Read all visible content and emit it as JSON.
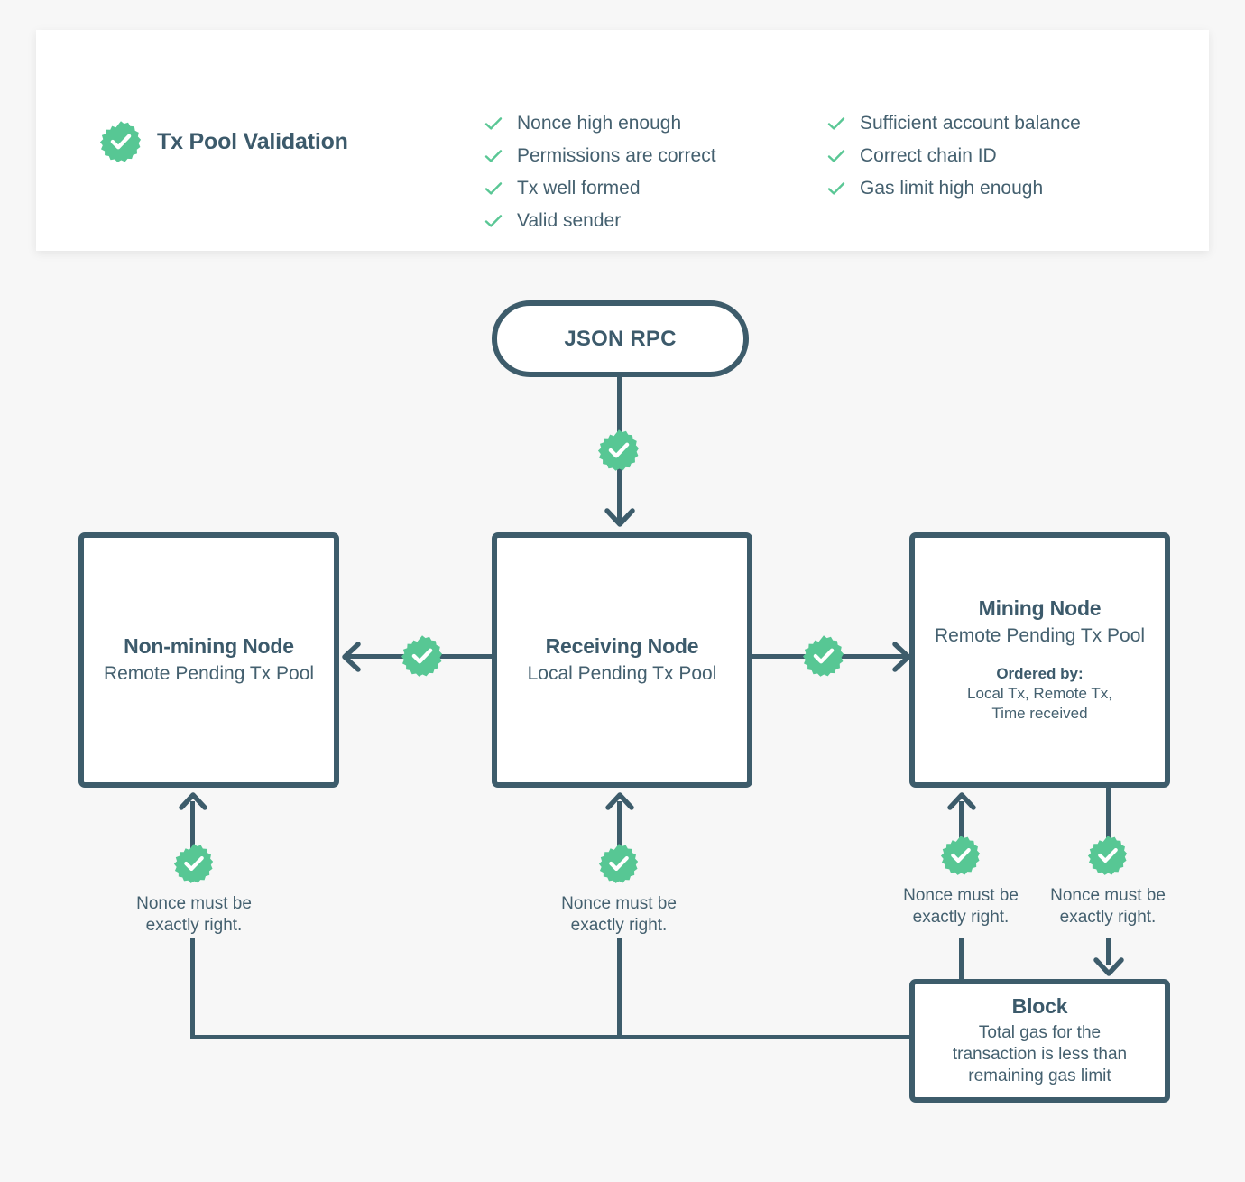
{
  "colors": {
    "background": "#f7f7f7",
    "card": "#ffffff",
    "ink": "#3d5c6b",
    "ink_text": "#44606f",
    "accent_green": "#57c794"
  },
  "header": {
    "title": "Tx Pool Validation",
    "badge_icon": "check-badge-icon",
    "checks_left": [
      "Nonce high enough",
      "Permissions are correct",
      "Tx well formed",
      "Valid sender"
    ],
    "checks_right": [
      "Sufficient account balance",
      "Correct chain ID",
      "Gas limit high enough"
    ]
  },
  "flow": {
    "entry": {
      "label": "JSON RPC"
    },
    "nodes": [
      {
        "id": "non-mining-node",
        "title": "Non-mining Node",
        "subtitle": "Remote Pending\nTx Pool"
      },
      {
        "id": "receiving-node",
        "title": "Receiving Node",
        "subtitle": "Local Pending\nTx Pool"
      },
      {
        "id": "mining-node",
        "title": "Mining Node",
        "subtitle": "Remote Pending\nTx Pool",
        "ordered_by_label": "Ordered by:",
        "ordered_by_value": "Local Tx, Remote Tx,\nTime received"
      },
      {
        "id": "block",
        "title": "Block",
        "subtitle": "Total gas for the\ntransaction is less than\nremaining gas limit"
      }
    ],
    "notes": {
      "nonce_note": "Nonce must be\nexactly right."
    }
  }
}
